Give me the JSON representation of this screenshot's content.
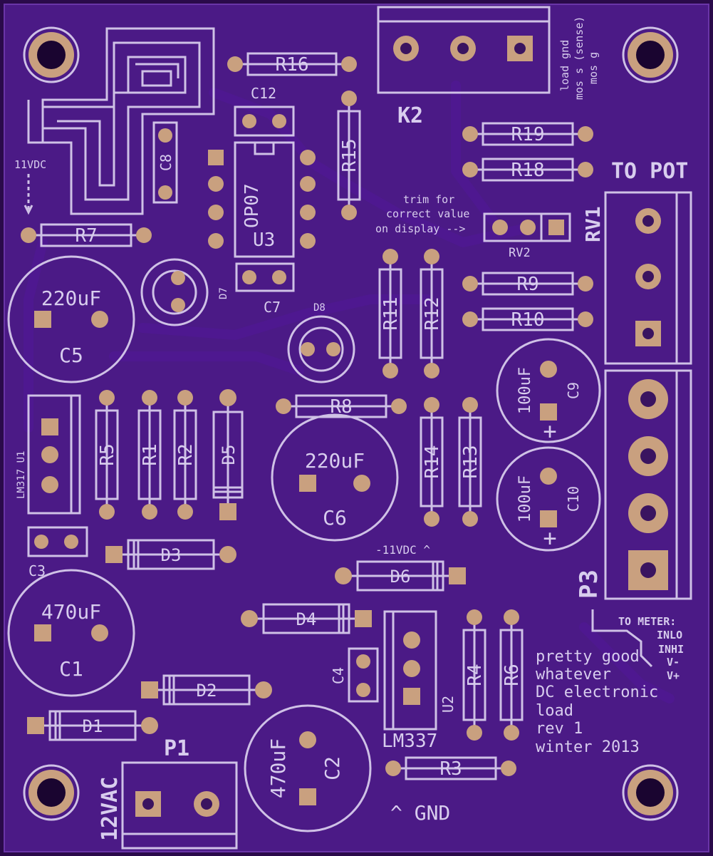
{
  "colors": {
    "board": "#4b1a86",
    "copper_pad": "#c9a07f",
    "silk": "#cfc1e6"
  },
  "resistors": [
    {
      "ref": "R16"
    },
    {
      "ref": "R15"
    },
    {
      "ref": "R7"
    },
    {
      "ref": "R19"
    },
    {
      "ref": "R18"
    },
    {
      "ref": "R9"
    },
    {
      "ref": "R10"
    },
    {
      "ref": "R11"
    },
    {
      "ref": "R12"
    },
    {
      "ref": "R8"
    },
    {
      "ref": "R5"
    },
    {
      "ref": "R1"
    },
    {
      "ref": "R2"
    },
    {
      "ref": "R14"
    },
    {
      "ref": "R13"
    },
    {
      "ref": "R4"
    },
    {
      "ref": "R6"
    },
    {
      "ref": "R3"
    }
  ],
  "diodes": [
    {
      "ref": "D5"
    },
    {
      "ref": "D3"
    },
    {
      "ref": "D6"
    },
    {
      "ref": "D4"
    },
    {
      "ref": "D2"
    },
    {
      "ref": "D1"
    }
  ],
  "leds": [
    {
      "ref": "D7"
    },
    {
      "ref": "D8"
    }
  ],
  "caps_small": [
    {
      "ref": "C12"
    },
    {
      "ref": "C8"
    },
    {
      "ref": "C7"
    },
    {
      "ref": "C3"
    },
    {
      "ref": "C4"
    }
  ],
  "caps_electrolytic": [
    {
      "ref": "C5",
      "value": "220uF"
    },
    {
      "ref": "C6",
      "value": "220uF"
    },
    {
      "ref": "C1",
      "value": "470uF"
    },
    {
      "ref": "C2",
      "value": "470uF"
    },
    {
      "ref": "C9",
      "value": "100uF"
    },
    {
      "ref": "C10",
      "value": "100uF"
    }
  ],
  "ic": {
    "ref": "U3",
    "part": "OP07"
  },
  "regulators": [
    {
      "ref": "LM317 U1"
    },
    {
      "ref": "U2",
      "part": "LM337"
    }
  ],
  "connectors": {
    "k2": {
      "ref": "K2",
      "pins": [
        "load gnd",
        "mos s (sense)",
        "mos g"
      ]
    },
    "rv1": {
      "ref": "RV1",
      "title": "TO POT"
    },
    "p3": {
      "ref": "P3",
      "title": "TO METER:",
      "pins": [
        "INLO",
        "INHI",
        "V-",
        "V+"
      ]
    },
    "p1": {
      "ref": "P1",
      "label": "12VAC"
    }
  },
  "trimmer": {
    "ref": "RV2",
    "note_lines": [
      "trim for",
      "correct value",
      "on display -->"
    ]
  },
  "notes": {
    "v11_top": "11VDC",
    "v11_neg": "-11VDC ^",
    "gnd": "^ GND",
    "plus": "+"
  },
  "credits": [
    "pretty good",
    "whatever",
    "DC electronic",
    "load",
    "rev 1",
    "winter 2013"
  ]
}
